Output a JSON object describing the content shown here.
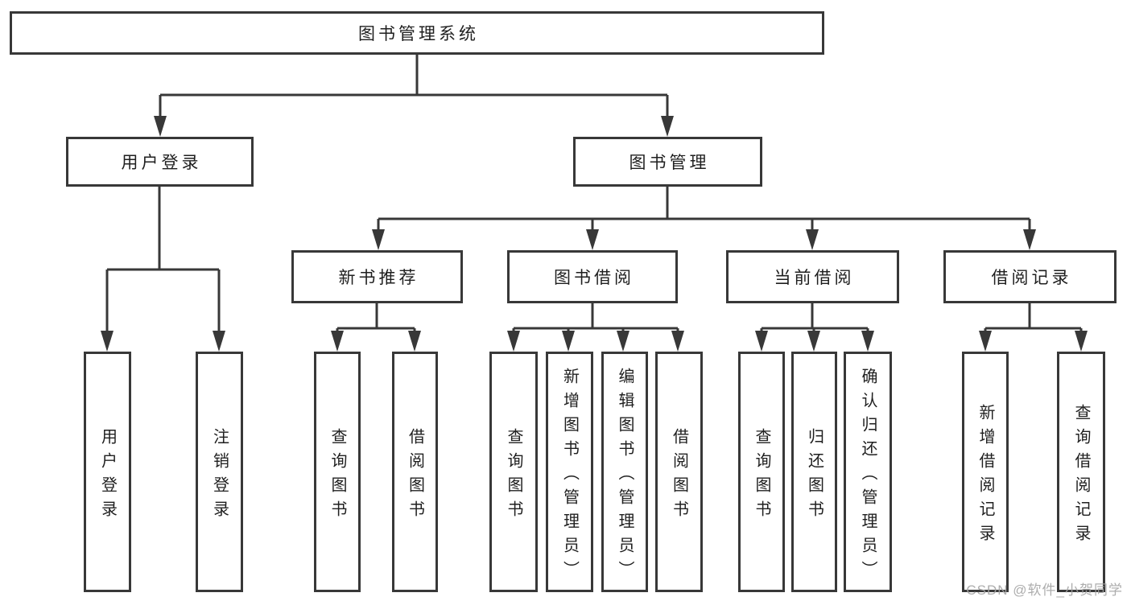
{
  "colors": {
    "line": "#383838",
    "box_border": "#383838",
    "text": "#1f1f1f",
    "background": "#ffffff",
    "watermark": "#a4a4a4"
  },
  "tree": {
    "root": {
      "label": "图书管理系统",
      "children": [
        {
          "label": "用户登录",
          "children": [
            {
              "label": "用户登录"
            },
            {
              "label": "注销登录"
            }
          ]
        },
        {
          "label": "图书管理",
          "children": [
            {
              "label": "新书推荐",
              "children": [
                {
                  "label": "查询图书"
                },
                {
                  "label": "借阅图书"
                }
              ]
            },
            {
              "label": "图书借阅",
              "children": [
                {
                  "label": "查询图书"
                },
                {
                  "label": "新增图书（管理员）"
                },
                {
                  "label": "编辑图书（管理员）"
                },
                {
                  "label": "借阅图书"
                }
              ]
            },
            {
              "label": "当前借阅",
              "children": [
                {
                  "label": "查询图书"
                },
                {
                  "label": "归还图书"
                },
                {
                  "label": "确认归还（管理员）"
                }
              ]
            },
            {
              "label": "借阅记录",
              "children": [
                {
                  "label": "新增借阅记录"
                },
                {
                  "label": "查询借阅记录"
                }
              ]
            }
          ]
        }
      ]
    }
  },
  "watermark": {
    "text": "CSDN @软件_小贺同学"
  }
}
